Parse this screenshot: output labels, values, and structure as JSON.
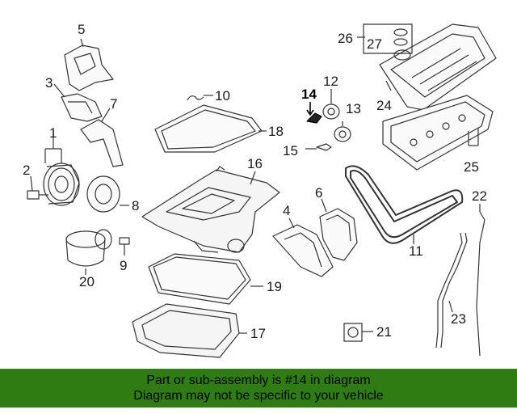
{
  "callouts": [
    "1",
    "2",
    "3",
    "4",
    "5",
    "6",
    "7",
    "8",
    "9",
    "10",
    "11",
    "12",
    "13",
    "14",
    "15",
    "16",
    "17",
    "18",
    "19",
    "20",
    "21",
    "22",
    "23",
    "24",
    "25",
    "26",
    "27"
  ],
  "highlighted": "14",
  "banner": {
    "line1": "Part or sub-assembly is #14 in diagram",
    "line2": "Diagram may not be specific to your vehicle"
  },
  "colors": {
    "banner_bg": "#2f7d12",
    "line": "#333333"
  }
}
